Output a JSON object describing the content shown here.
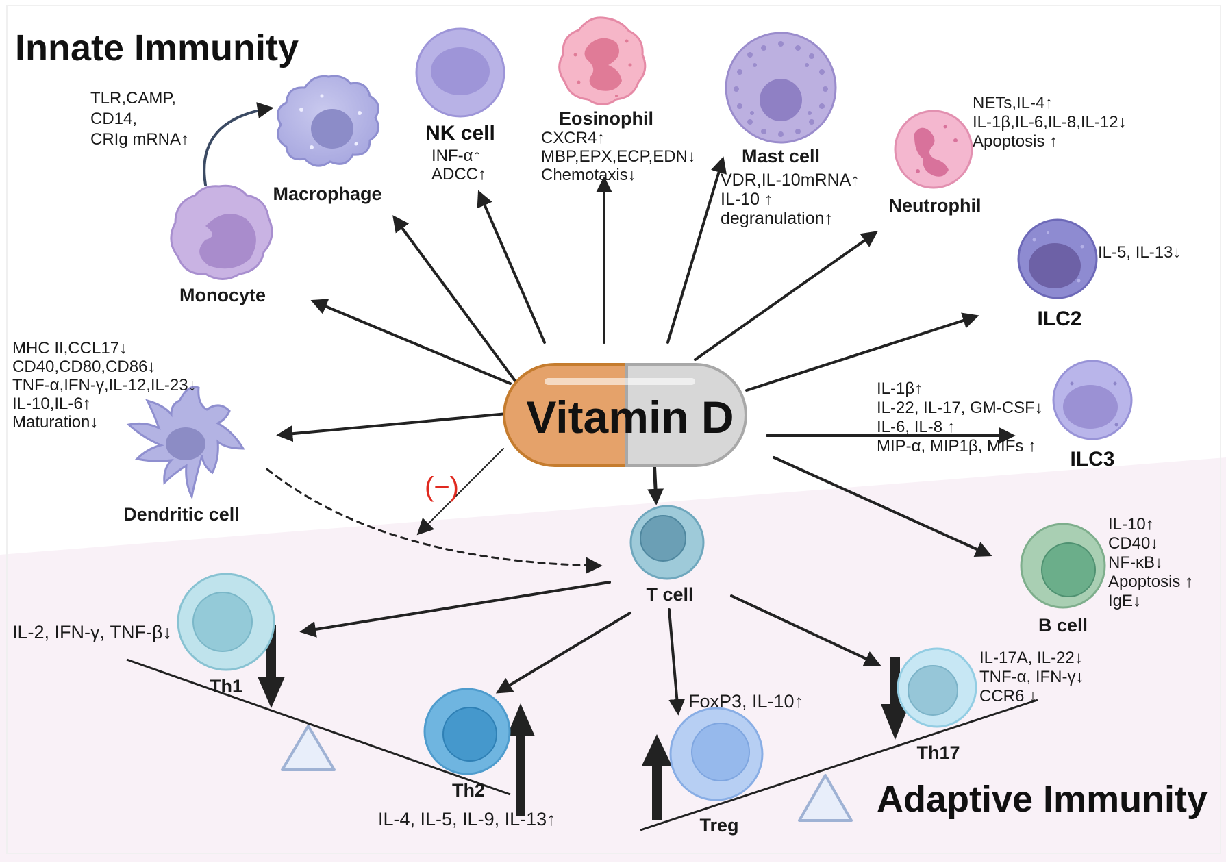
{
  "titles": {
    "innate": "Innate  Immunity",
    "adaptive": "Adaptive  Immunity"
  },
  "center": {
    "label": "Vitamin D"
  },
  "inhibition_mark": "(−)",
  "cells": {
    "macrophage": {
      "label": "Macrophage",
      "notes": [
        "TLR,CAMP,",
        "CD14,",
        "CRIg mRNA↑"
      ]
    },
    "monocyte": {
      "label": "Monocyte"
    },
    "nk_cell": {
      "label": "NK cell",
      "notes": [
        "INF-α↑",
        "ADCC↑"
      ]
    },
    "eosinophil": {
      "label": "Eosinophil",
      "notes": [
        "CXCR4↑",
        "MBP,EPX,ECP,EDN↓",
        "Chemotaxis↓"
      ]
    },
    "mast_cell": {
      "label": "Mast cell",
      "notes": [
        "VDR,IL-10mRNA↑",
        "IL-10 ↑",
        "degranulation↑"
      ]
    },
    "neutrophil": {
      "label": "Neutrophil",
      "notes": [
        "NETs,IL-4↑",
        "IL-1β,IL-6,IL-8,IL-12↓",
        "Apoptosis ↑"
      ]
    },
    "ilc2": {
      "label": "ILC2",
      "notes": [
        "IL-5, IL-13↓"
      ]
    },
    "ilc3": {
      "label": "ILC3",
      "notes": [
        "IL-1β↑",
        "IL-22, IL-17, GM-CSF↓",
        "IL-6, IL-8 ↑",
        "MIP-α, MIP1β, MIFs ↑"
      ]
    },
    "dendritic_cell": {
      "label": "Dendritic cell",
      "notes": [
        "MHC II,CCL17↓",
        "CD40,CD80,CD86↓",
        "TNF-α,IFN-γ,IL-12,IL-23↓",
        "IL-10,IL-6↑",
        "Maturation↓"
      ]
    },
    "b_cell": {
      "label": "B cell",
      "notes": [
        "IL-10↑",
        "CD40↓",
        "NF-κB↓",
        "Apoptosis ↑",
        "IgE↓"
      ]
    },
    "t_cell": {
      "label": "T  cell"
    },
    "th1": {
      "label": "Th1",
      "notes": [
        "IL-2, IFN-γ, TNF-β↓"
      ]
    },
    "th2": {
      "label": "Th2",
      "notes": [
        "IL-4, IL-5, IL-9, IL-13↑"
      ]
    },
    "treg": {
      "label": "Treg",
      "notes": [
        "FoxP3, IL-10↑"
      ]
    },
    "th17": {
      "label": "Th17",
      "notes": [
        "IL-17A, IL-22↓",
        "TNF-α, IFN-γ↓",
        "CCR6 ↓"
      ]
    }
  },
  "colors": {
    "adaptive_background": "#f9f1f7",
    "capsule_left": "#e5a26a",
    "capsule_right": "#d7d7d7",
    "inhibition": "#e0291f",
    "arrow": "#222222"
  }
}
